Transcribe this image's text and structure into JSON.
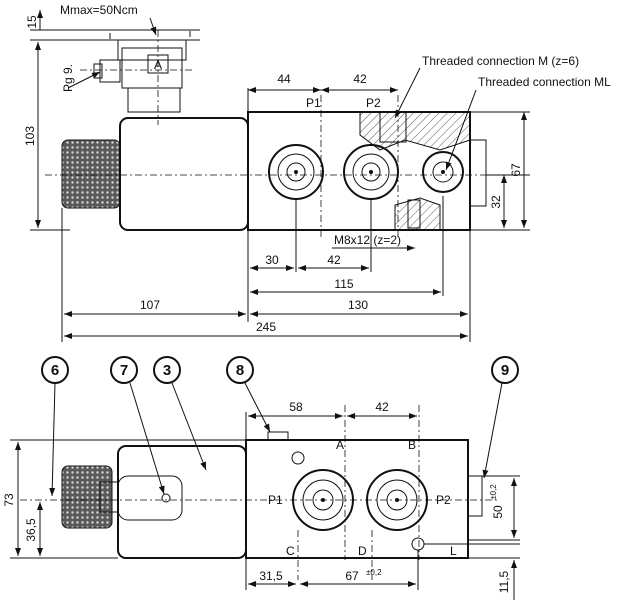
{
  "top_view": {
    "labels": {
      "mmax": "Mmax=50Ncm",
      "threaded_m": "Threaded connection M (z=6)",
      "threaded_ml": "Threaded connection ML",
      "pg": "Pg 9.",
      "connector_mark": "A",
      "port_p1": "P1",
      "port_p2": "P2",
      "m8": "M8x12 (z=2)"
    },
    "dimensions": {
      "d15": "15",
      "d103": "103",
      "d44": "44",
      "d42_top": "42",
      "d67": "67",
      "d32": "32",
      "d30": "30",
      "d42_bottom": "42",
      "d115": "115",
      "d107": "107",
      "d130": "130",
      "d245": "245"
    }
  },
  "bottom_view": {
    "callouts": [
      "6",
      "7",
      "3",
      "8",
      "9"
    ],
    "labels": {
      "a": "A",
      "b": "B",
      "c": "C",
      "d": "D",
      "l": "L",
      "p1": "P1",
      "p2": "P2"
    },
    "dimensions": {
      "d58": "58",
      "d42": "42",
      "d73": "73",
      "d36_5": "36,5",
      "d50": "50",
      "d50_tol": "±0,2",
      "d31_5": "31,5",
      "d67": "67",
      "d67_tol": "±0,2",
      "d11_5": "11,5"
    }
  }
}
